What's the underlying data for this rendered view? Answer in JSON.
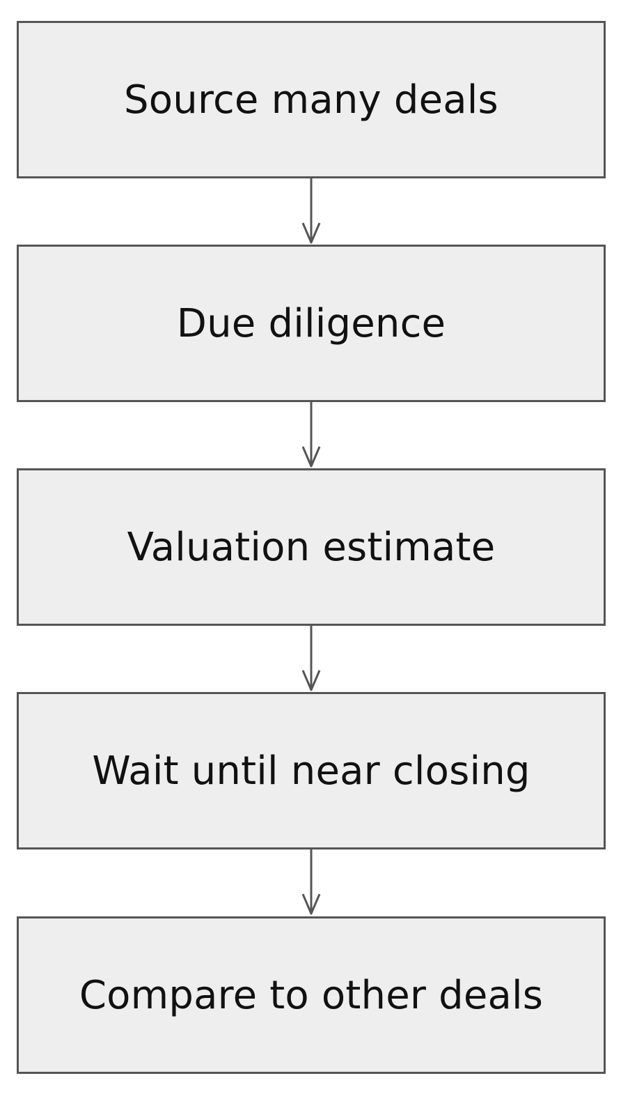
{
  "flowchart": {
    "steps": [
      {
        "label": "Source many deals"
      },
      {
        "label": "Due diligence"
      },
      {
        "label": "Valuation estimate"
      },
      {
        "label": "Wait until near closing"
      },
      {
        "label": "Compare to other deals"
      }
    ],
    "colors": {
      "box_fill": "#eeeeee",
      "box_border": "#555555",
      "arrow": "#555555",
      "text": "#111111"
    }
  }
}
